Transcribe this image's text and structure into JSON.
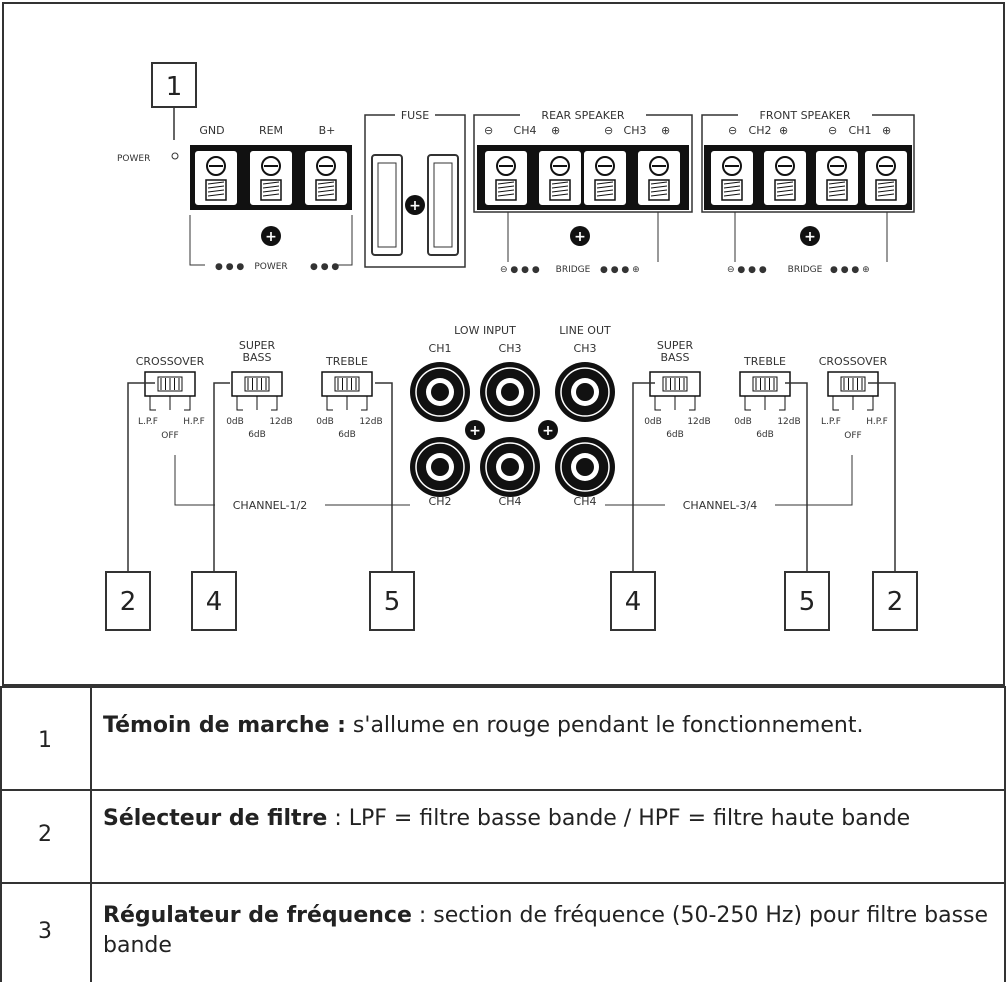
{
  "diagram": {
    "power_led_label": "POWER",
    "power_terminals": [
      "GND",
      "REM",
      "B+"
    ],
    "power_bridge_label": "POWER",
    "fuse_label": "FUSE",
    "rear_speaker_label": "REAR SPEAKER",
    "rear_channels": [
      "CH4",
      "CH3"
    ],
    "front_speaker_label": "FRONT SPEAKER",
    "front_channels": [
      "CH2",
      "CH1"
    ],
    "bridge_label": "BRIDGE",
    "low_input_label": "LOW INPUT",
    "line_out_label": "LINE OUT",
    "rca_top": [
      "CH1",
      "CH3",
      "CH3"
    ],
    "rca_bottom": [
      "CH2",
      "CH4",
      "CH4"
    ],
    "crossover_label": "CROSSOVER",
    "super_bass_label": "SUPER\nBASS",
    "treble_label": "TREBLE",
    "lpf": "L.P.F",
    "hpf": "H.P.F",
    "off": "OFF",
    "db0": "0dB",
    "db6": "6dB",
    "db12": "12dB",
    "channel_12": "CHANNEL-1/2",
    "channel_34": "CHANNEL-3/4",
    "callouts_top": [
      "1"
    ],
    "callouts_bottom": [
      "2",
      "4",
      "5",
      "4",
      "5",
      "2"
    ]
  },
  "table": {
    "rows": [
      {
        "index": "1",
        "term": "Témoin de marche :",
        "text": " s'allume en rouge pendant le fonctionnement."
      },
      {
        "index": "2",
        "term": "Sélecteur de filtre",
        "text": " : LPF = filtre basse bande / HPF = filtre haute bande"
      },
      {
        "index": "3",
        "term": "Régulateur de fréquence",
        "text": " : section de fréquence (50-250 Hz) pour filtre basse bande"
      }
    ]
  }
}
